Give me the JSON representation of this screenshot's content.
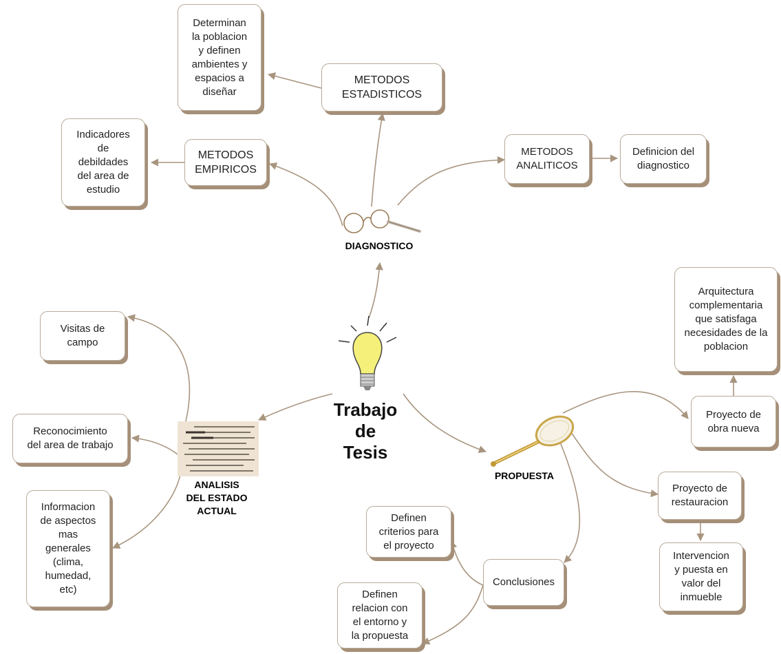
{
  "center": {
    "title": "Trabajo\nde\nTesis"
  },
  "branches": {
    "diagnostico": "DIAGNOSTICO",
    "analisis": "ANALISIS\nDEL ESTADO\nACTUAL",
    "propuesta": "PROPUESTA"
  },
  "nodes": {
    "determinan": "Determinan\nla poblacion\ny definen\nambientes y\nespacios a\ndiseñar",
    "metodos_estadisticos": "METODOS\nESTADISTICOS",
    "indicadores": "Indicadores\nde\ndebildades\ndel area de\nestudio",
    "metodos_empiricos": "METODOS\nEMPIRICOS",
    "metodos_analiticos": "METODOS\nANALITICOS",
    "definicion": "Definicion del\ndiagnostico",
    "visitas": "Visitas de\ncampo",
    "reconocimiento": "Reconocimiento\ndel area de trabajo",
    "informacion": "Informacion\nde aspectos\nmas\ngenerales\n(clima,\nhumedad,\netc)",
    "arquitectura": "Arquitectura\ncomplementaria\nque satisfaga\nnecesidades de la\npoblacion",
    "proyecto_obra": "Proyecto de\nobra nueva",
    "proyecto_restauracion": "Proyecto de\nrestauracion",
    "intervencion": "Intervencion\ny puesta en\nvalor del\ninmueble",
    "definen_criterios": "Definen\ncriterios para\nel proyecto",
    "conclusiones": "Conclusiones",
    "definen_relacion": "Definen\nrelacion con\nel entorno y\nla propuesta"
  },
  "colors": {
    "connector": "#a8957f",
    "box_border": "#b8aa98",
    "box_shadow": "#a58f78",
    "bulb": "#f4f07a"
  },
  "icons": {
    "center": "lightbulb-icon",
    "diagnostico": "spectacles-icon",
    "analisis": "newspaper-text-icon",
    "propuesta": "hand-mirror-icon"
  }
}
